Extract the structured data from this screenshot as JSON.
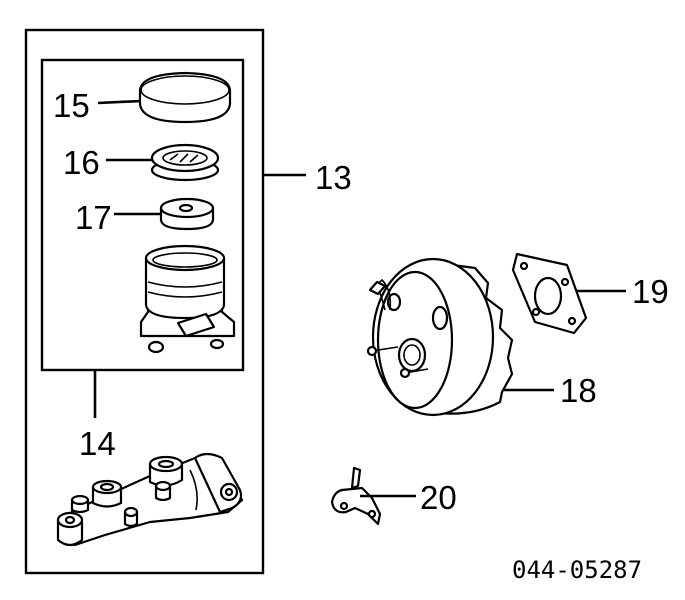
{
  "callouts": {
    "n15": "15",
    "n16": "16",
    "n17": "17",
    "n13": "13",
    "n14": "14",
    "n19": "19",
    "n18": "18",
    "n20": "20"
  },
  "diagram_code": "044-05287"
}
